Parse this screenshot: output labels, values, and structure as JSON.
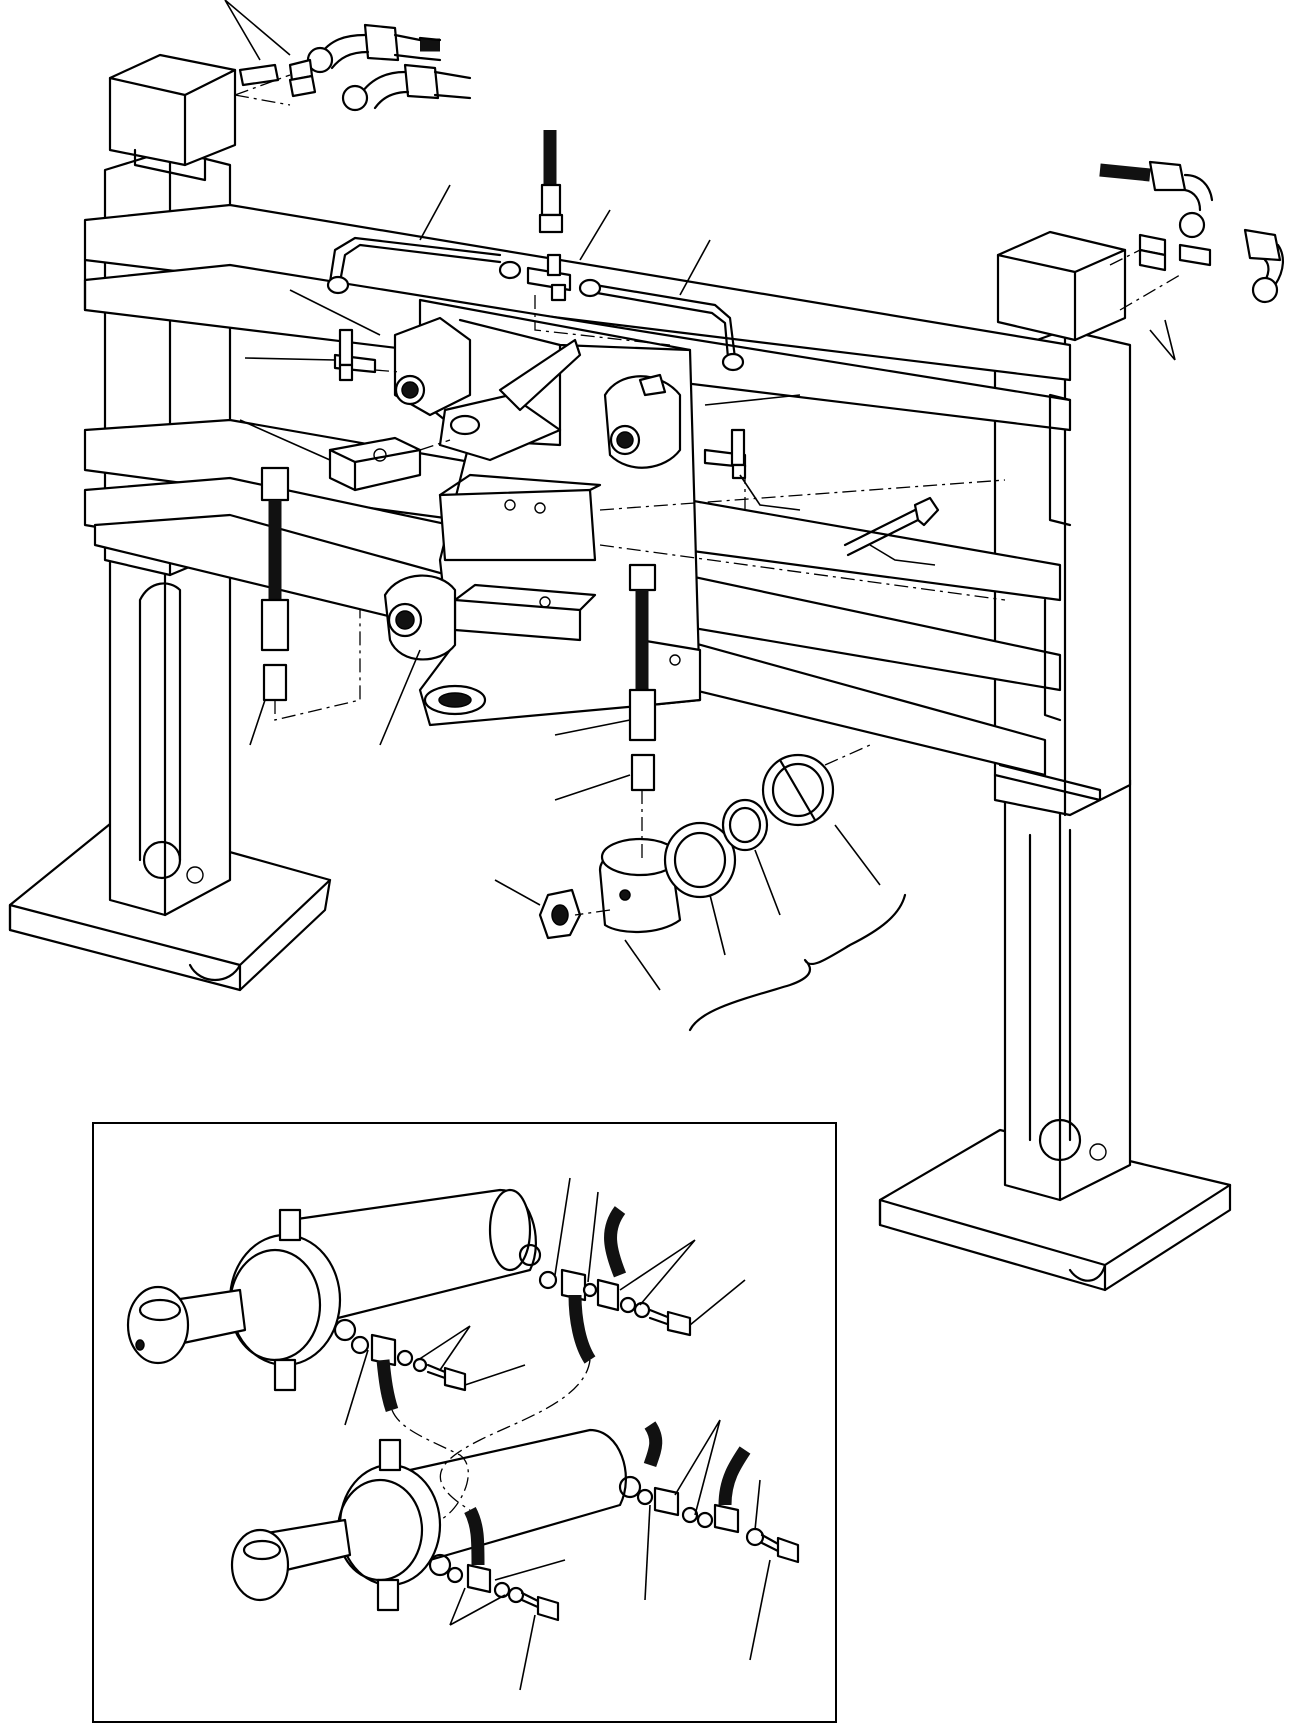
{
  "figure": {
    "type": "exploded-parts-diagram",
    "text_labels": []
  },
  "main_view": {
    "parts": [
      "left-stabilizer-leg",
      "right-stabilizer-leg",
      "crossbeam-frame",
      "swing-pivot-bracket",
      "upper-hose-left",
      "upper-hose-right",
      "hydraulic-pipe-left",
      "hydraulic-pipe-right",
      "tee-fitting-center",
      "tee-fitting-left",
      "tee-fitting-right",
      "vertical-hose-left",
      "vertical-hose-center",
      "long-bolt",
      "clamp-block",
      "bushing-kit"
    ]
  },
  "inset_view": {
    "parts": [
      "upper-cylinder",
      "lower-cylinder",
      "banjo-fitting",
      "banjo-bolt",
      "sealing-washer",
      "hose-connection"
    ]
  }
}
